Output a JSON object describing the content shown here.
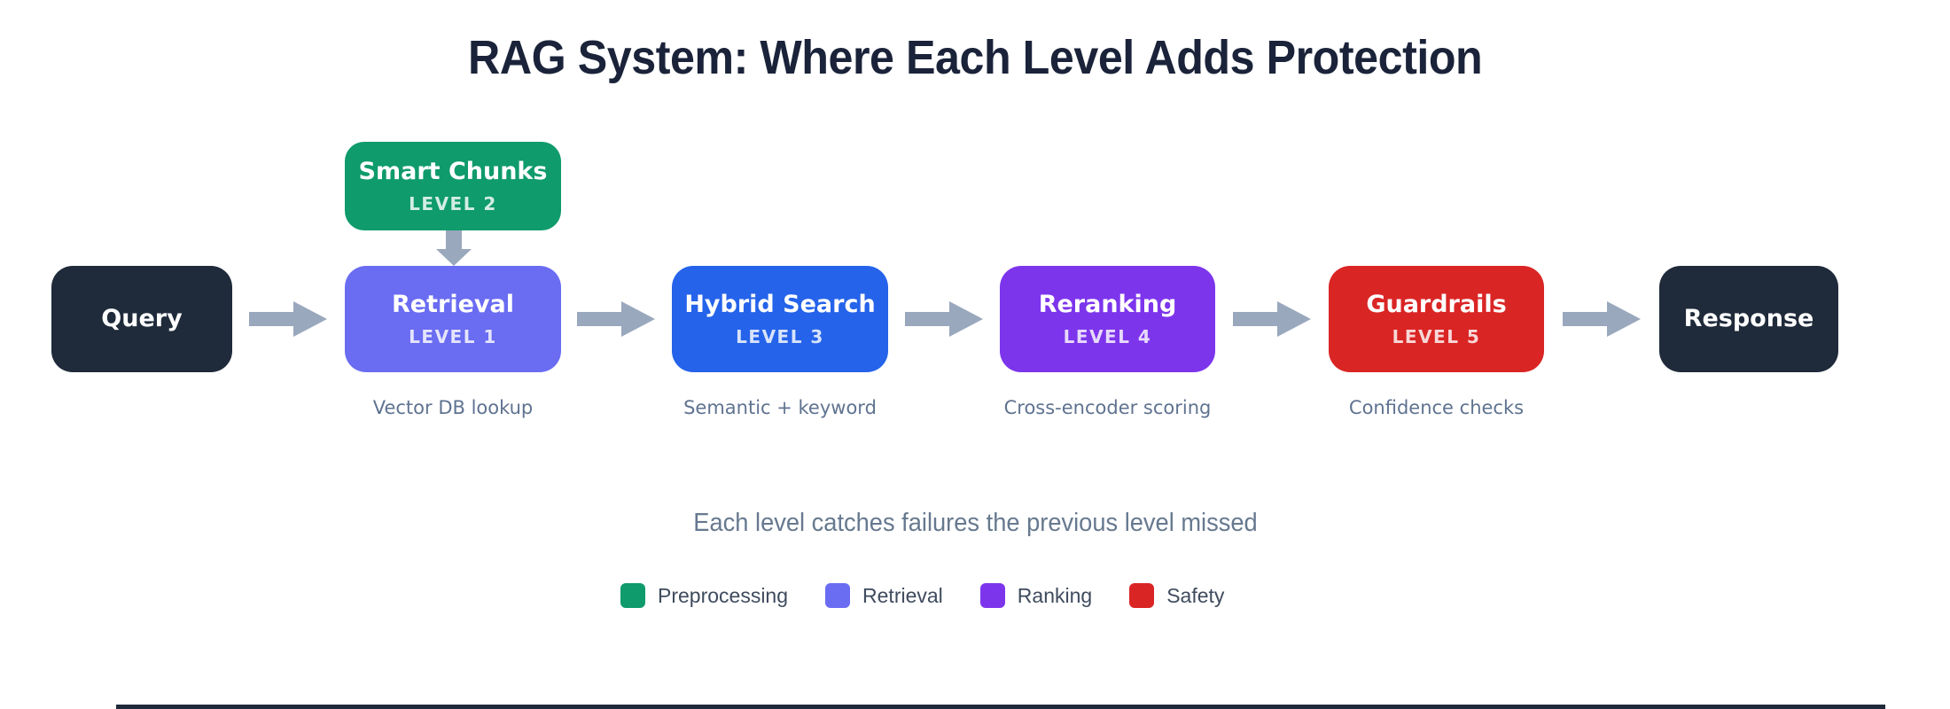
{
  "title": "RAG System: Where Each Level Adds Protection",
  "flow": {
    "query": {
      "label": "Query",
      "color": "#1f2a3a"
    },
    "smart_chunks": {
      "label": "Smart Chunks",
      "level": "LEVEL 2",
      "color": "#0f9b6b"
    },
    "retrieval": {
      "label": "Retrieval",
      "level": "LEVEL 1",
      "color": "#6a6cf2",
      "sublabel": "Vector DB lookup"
    },
    "hybrid_search": {
      "label": "Hybrid Search",
      "level": "LEVEL 3",
      "color": "#2563ea",
      "sublabel": "Semantic + keyword"
    },
    "reranking": {
      "label": "Reranking",
      "level": "LEVEL 4",
      "color": "#7d35ec",
      "sublabel": "Cross-encoder scoring"
    },
    "guardrails": {
      "label": "Guardrails",
      "level": "LEVEL 5",
      "color": "#da2525",
      "sublabel": "Confidence checks"
    },
    "response": {
      "label": "Response",
      "color": "#1f2a3a"
    }
  },
  "caption": "Each level catches failures the previous level missed",
  "legend": [
    {
      "label": "Preprocessing",
      "color": "#0f9b6b"
    },
    {
      "label": "Retrieval",
      "color": "#6a6cf2"
    },
    {
      "label": "Ranking",
      "color": "#7d35ec"
    },
    {
      "label": "Safety",
      "color": "#da2525"
    }
  ],
  "colors": {
    "arrow": "#9aa8bd",
    "title_text": "#1a2339",
    "sublabel_text": "#5f7390",
    "caption_text": "#66798f",
    "legend_text": "#3f4b5e",
    "background": "#ffffff"
  }
}
